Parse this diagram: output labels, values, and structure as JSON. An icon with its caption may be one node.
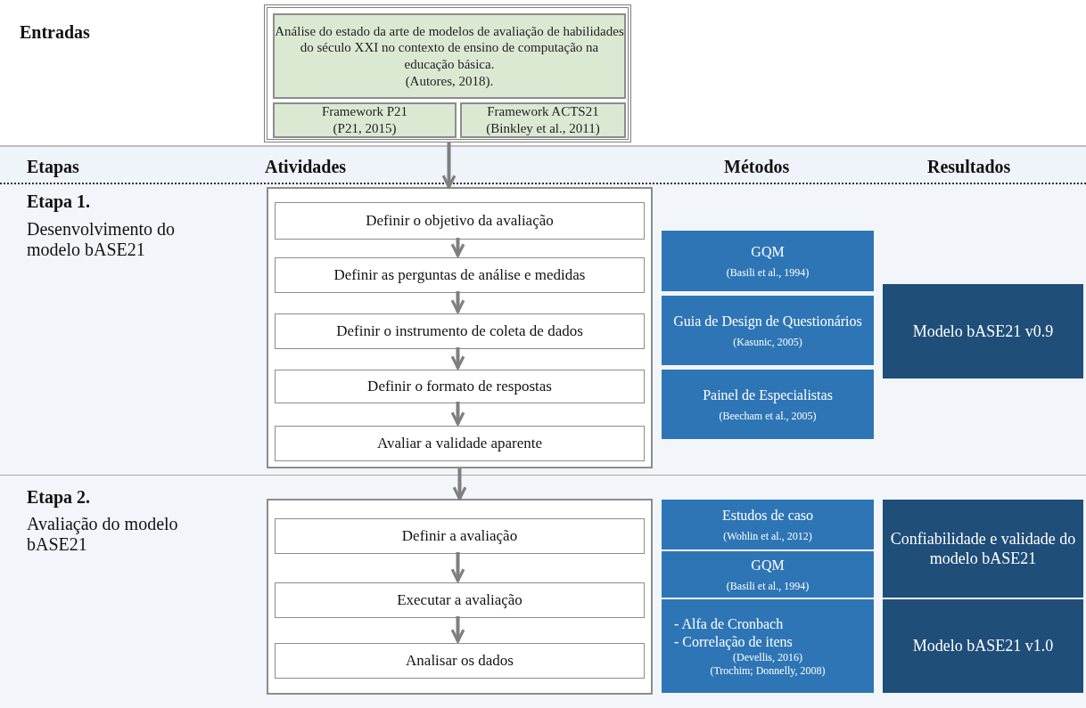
{
  "diagram": {
    "nodes": [
      {
        "text": [],
        "shape": "box"
      },
      {
        "text": [
          "Análise do estado da arte de modelos de avaliação de habilidades do século XXI no contexto de ensino de computação na educação básica.",
          "(Autores, 2018)."
        ],
        "in": 0
      },
      {
        "text": [
          "Framework P21",
          "(P21, 2015)"
        ],
        "in": 0
      },
      {
        "text": [
          "Framework ACTS21",
          "(Binkley et al., 2011)"
        ],
        "in": 0
      },
      {
        "text": [],
        "shape": "box"
      },
      {
        "text": [
          "Definir o objetivo da avaliação"
        ],
        "in": 4
      },
      {
        "text": [
          "Definir as perguntas de análise e medidas"
        ],
        "in": 4
      },
      {
        "text": [
          "Definir o instrumento de coleta de dados"
        ],
        "in": 4
      },
      {
        "text": [
          "Definir o formato de respostas"
        ],
        "in": 4
      },
      {
        "text": [
          "Avaliar a validade aparente"
        ],
        "in": 4
      },
      {
        "text": [],
        "shape": "box"
      },
      {
        "text": [
          "Definir a avaliação"
        ],
        "in": 10
      },
      {
        "text": [
          "Executar a avaliação"
        ],
        "in": 10
      },
      {
        "text": [
          "Analisar os dados"
        ],
        "in": 10
      },
      {
        "text": [
          "GQM",
          "(Basili et al., 1994)"
        ]
      },
      {
        "text": [
          "Guia de Design de Questionários",
          "(Kasunic, 2005)"
        ]
      },
      {
        "text": [
          "Painel de Especialistas",
          "(Beecham et al., 2005)"
        ]
      },
      {
        "text": [
          "Modelo bASE21 v0.9"
        ]
      },
      {
        "text": [
          "Estudos de caso",
          "(Wohlin et al., 2012)"
        ]
      },
      {
        "text": [
          "GQM",
          "(Basili et al., 1994)"
        ]
      },
      {
        "text": [
          "- Alfa de Cronbach",
          "- Correlação de itens",
          "(Devellis, 2016)",
          "(Trochim; Donnelly, 2008)"
        ]
      },
      {
        "text": [
          "Confiabilidade e validade do modelo bASE21"
        ]
      },
      {
        "text": [
          "Modelo bASE21 v1.0"
        ]
      }
    ],
    "edges": [
      {
        "from": 0,
        "to": 4,
        "arrow": "to"
      },
      {
        "from": 5,
        "to": 6,
        "arrow": "to"
      },
      {
        "from": 6,
        "to": 7,
        "arrow": "to"
      },
      {
        "from": 7,
        "to": 8,
        "arrow": "to"
      },
      {
        "from": 8,
        "to": 9,
        "arrow": "to"
      },
      {
        "from": 4,
        "to": 10,
        "arrow": "to"
      },
      {
        "from": 11,
        "to": 12,
        "arrow": "to"
      },
      {
        "from": 12,
        "to": 13,
        "arrow": "to"
      }
    ],
    "labels": [
      "Entradas",
      "Etapas",
      "Atividades",
      "Métodos",
      "Resultados",
      "Etapa 1.",
      "Desenvolvimento do modelo bASE21",
      "Etapa 2.",
      "Avaliação do modelo bASE21"
    ]
  }
}
